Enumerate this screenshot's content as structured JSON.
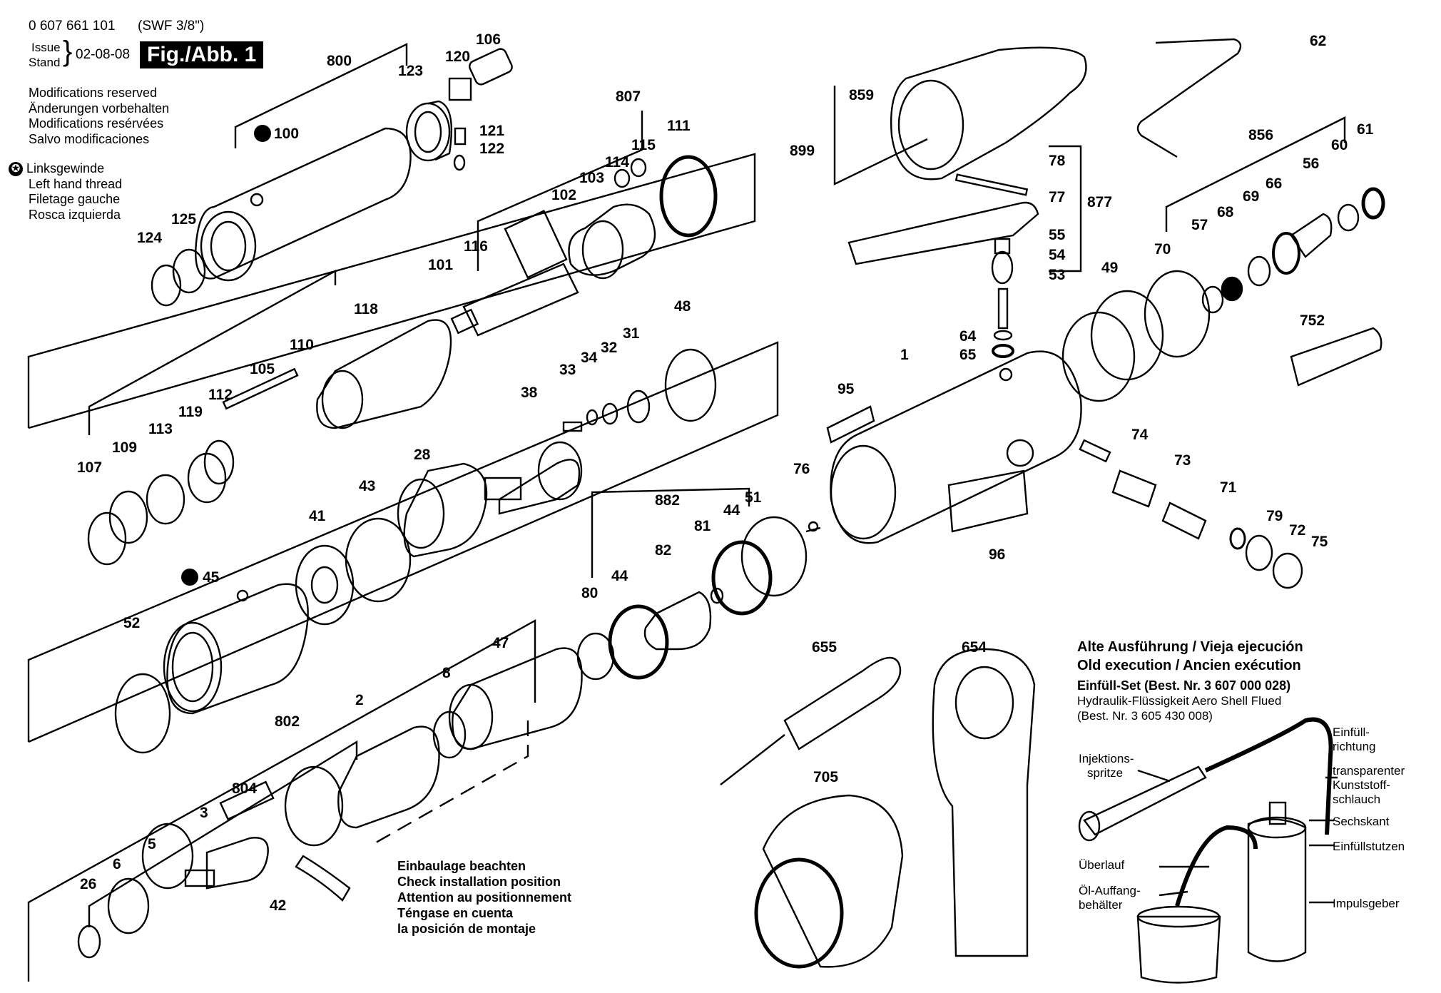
{
  "header": {
    "part_number": "0 607 661 101",
    "model": "(SWF 3/8\")",
    "issue_label": "Issue",
    "stand_label": "Stand",
    "date": "02-08-08",
    "figure": "Fig./Abb. 1"
  },
  "notes": {
    "modifications": [
      "Modifications reserved",
      "Änderungen vorbehalten",
      "Modifications resérvées",
      "Salvo modificaciones"
    ],
    "left_hand_thread": [
      "Linksgewinde",
      "Left hand thread",
      "Filetage gauche",
      "Rosca izquierda"
    ]
  },
  "install_note": [
    "Einbaulage beachten",
    "Check installation position",
    "Attention au positionnement",
    "Téngase en cuenta",
    "la posición de montaje"
  ],
  "old_execution": {
    "title1": "Alte Ausführung / Vieja ejecución",
    "title2": "Old execution / Ancien exécution",
    "set_label": "Einfüll-Set (Best. Nr. 3 607 000 028)",
    "fluid_label": "Hydraulik-Flüssigkeit Aero Shell Flued",
    "fluid_order": "(Best. Nr. 3 605 430 008)",
    "labels": {
      "injektion1": "Injektions-",
      "injektion2": "spritze",
      "einfuell1": "Einfüll-",
      "einfuell2": "richtung",
      "transp1": "transparenter",
      "transp2": "Kunststoff-",
      "transp3": "schlauch",
      "sechskant": "Sechskant",
      "einfuellstutzen": "Einfüllstutzen",
      "ueberlauf": "Überlauf",
      "oel1": "Öl-Auffang-",
      "oel2": "behälter",
      "impulsgeber": "Impulsgeber"
    }
  },
  "part_labels": {
    "p800": "800",
    "p123": "123",
    "p120": "120",
    "p106": "106",
    "p100": "100",
    "p121": "121",
    "p122": "122",
    "p807": "807",
    "p111": "111",
    "p115": "115",
    "p114": "114",
    "p103": "103",
    "p102": "102",
    "p124": "124",
    "p125": "125",
    "p116": "116",
    "p101": "101",
    "p118": "118",
    "p48": "48",
    "p110": "110",
    "p105": "105",
    "p112": "112",
    "p119": "119",
    "p113": "113",
    "p109": "109",
    "p107": "107",
    "p38": "38",
    "p33": "33",
    "p34": "34",
    "p32": "32",
    "p31": "31",
    "p28": "28",
    "p43": "43",
    "p41": "41",
    "p45": "45",
    "p52": "52",
    "p882": "882",
    "p44a": "44",
    "p51": "51",
    "p81": "81",
    "p82": "82",
    "p44b": "44",
    "p80": "80",
    "p47": "47",
    "p8": "8",
    "p2": "2",
    "p802": "802",
    "p804": "804",
    "p3": "3",
    "p5": "5",
    "p6": "6",
    "p26": "26",
    "p42": "42",
    "p76": "76",
    "p859": "859",
    "p899": "899",
    "p62": "62",
    "p78": "78",
    "p77": "77",
    "p877": "877",
    "p55": "55",
    "p54": "54",
    "p53": "53",
    "p856": "856",
    "p61": "61",
    "p60": "60",
    "p56": "56",
    "p66": "66",
    "p69": "69",
    "p68": "68",
    "p57": "57",
    "p70": "70",
    "p49": "49",
    "p752": "752",
    "p64": "64",
    "p65": "65",
    "p1": "1",
    "p95": "95",
    "p74": "74",
    "p73": "73",
    "p71": "71",
    "p79": "79",
    "p72": "72",
    "p75": "75",
    "p96": "96",
    "p655": "655",
    "p654": "654",
    "p705": "705"
  }
}
